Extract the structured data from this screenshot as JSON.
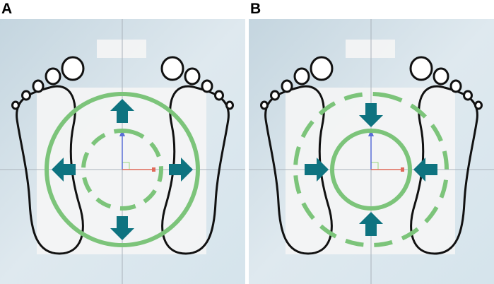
{
  "figure": {
    "panels": [
      {
        "label": "A",
        "outer_circle_style": "solid",
        "inner_circle_style": "dashed",
        "arrow_direction": "outward"
      },
      {
        "label": "B",
        "outer_circle_style": "dashed",
        "inner_circle_style": "solid",
        "arrow_direction": "inward"
      }
    ],
    "colors": {
      "ring": "#7cc47a",
      "arrow": "#0e7380",
      "foot_outline": "#111111",
      "platform": "#f5f5f5",
      "background_top": "#c4d5df",
      "background_bottom": "#d5e4ec",
      "axis_vertical": "#5a6fd6",
      "axis_horizontal": "#e06a5a",
      "axis_small": "#9ad67a"
    }
  }
}
